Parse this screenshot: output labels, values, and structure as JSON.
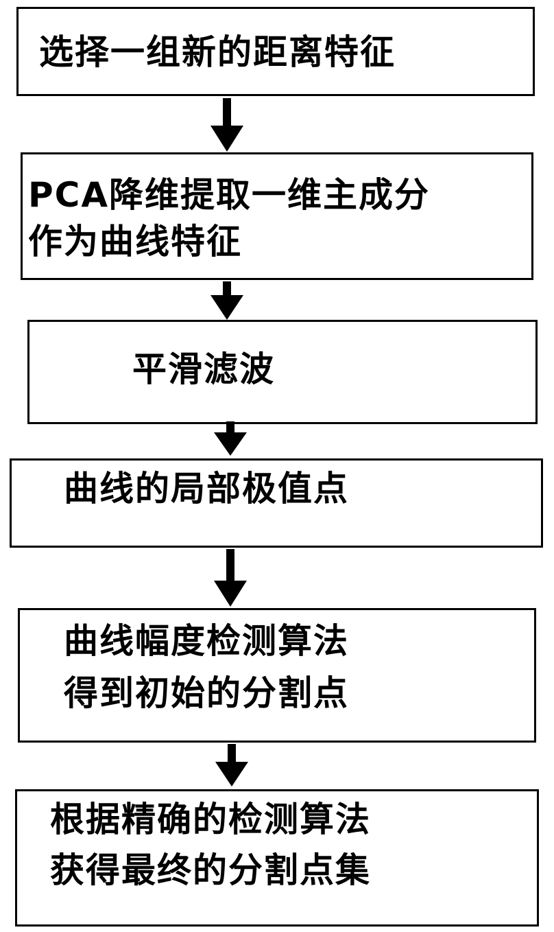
{
  "steps": [
    {
      "lines": [
        "选择一组新的距离特征"
      ]
    },
    {
      "lines": [
        "PCA降维提取一维主成分",
        "作为曲线特征"
      ]
    },
    {
      "lines": [
        "平滑滤波"
      ]
    },
    {
      "lines": [
        "曲线的局部极值点"
      ]
    },
    {
      "lines": [
        "曲线幅度检测算法",
        "得到初始的分割点"
      ]
    },
    {
      "lines": [
        "根据精确的检测算法",
        "获得最终的分割点集"
      ]
    }
  ]
}
